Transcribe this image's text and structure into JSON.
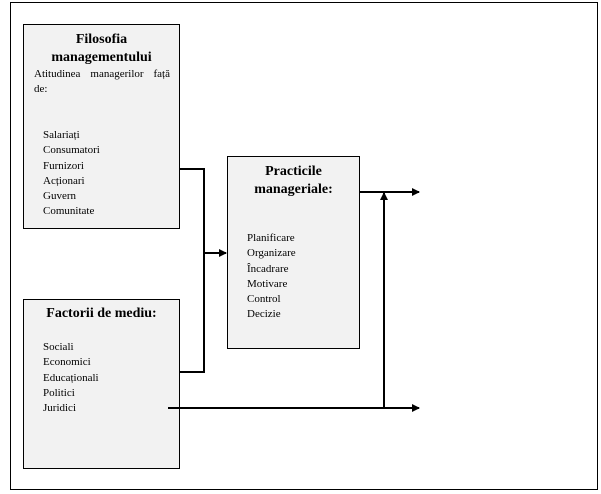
{
  "boxes": {
    "filosofia": {
      "title_line1": "Filosofia",
      "title_line2": "managementului",
      "subtitle": "Atitudinea managerilor față de:",
      "items": [
        "Salariați",
        "Consumatori",
        "Furnizori",
        "Acționari",
        "Guvern",
        "Comunitate"
      ]
    },
    "factori": {
      "title": "Factorii de mediu:",
      "items": [
        "Sociali",
        "Economici",
        "Educaționali",
        "Politici",
        "Juridici"
      ]
    },
    "practicile": {
      "title_line1": "Practicile",
      "title_line2": "manageriale:",
      "items": [
        "Planificare",
        "Organizare",
        "Încadrare",
        "Motivare",
        "Control",
        "Decizie"
      ]
    }
  },
  "colors": {
    "box_fill": "#f2f2f2",
    "stroke": "#000000"
  }
}
